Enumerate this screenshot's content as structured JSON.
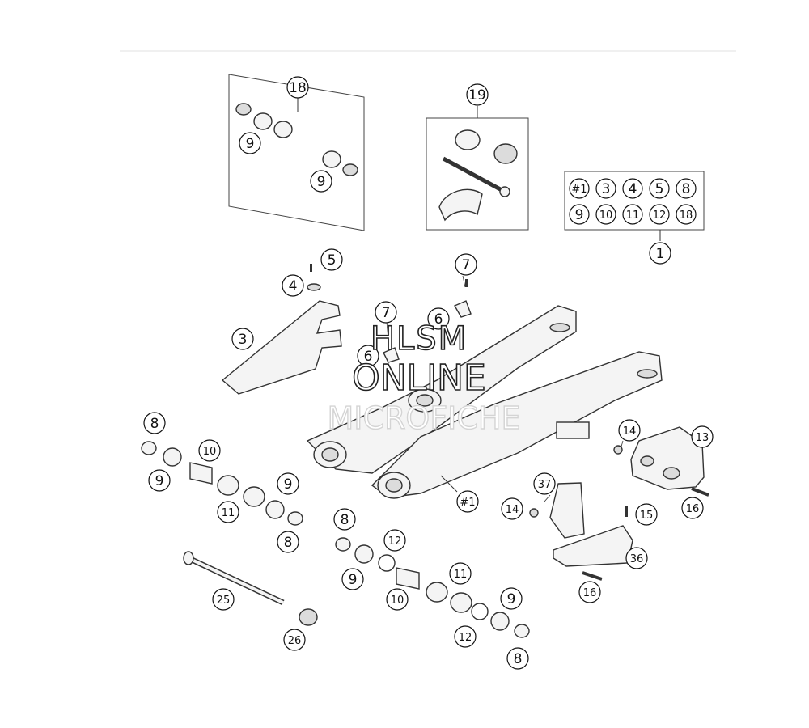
{
  "watermark": {
    "line1": "HLSM",
    "line2": "ONLINE",
    "line3": "MICROFICHE"
  },
  "callouts": {
    "c18": "18",
    "c19": "19",
    "c9a": "9",
    "c9b": "9",
    "k1": "#1",
    "k3": "3",
    "k4": "4",
    "k5": "5",
    "k8": "8",
    "k9": "9",
    "k10": "10",
    "k11": "11",
    "k12": "12",
    "k18": "18",
    "c1": "1",
    "c5": "5",
    "c4": "4",
    "c7a": "7",
    "c3": "3",
    "c7b": "7",
    "c6a": "6",
    "c6b": "6",
    "c8a": "8",
    "c10a": "10",
    "c9c": "9",
    "c11a": "11",
    "c9d": "9",
    "c8b": "8",
    "c14a": "14",
    "c13": "13",
    "c16a": "16",
    "c37": "37",
    "c14b": "14",
    "c15": "15",
    "c36": "36",
    "c16b": "16",
    "c1main": "#1",
    "c8c": "8",
    "c12a": "12",
    "c9e": "9",
    "c10b": "10",
    "c11b": "11",
    "c9f": "9",
    "c12b": "12",
    "c8d": "8",
    "c25": "25",
    "c26": "26"
  }
}
